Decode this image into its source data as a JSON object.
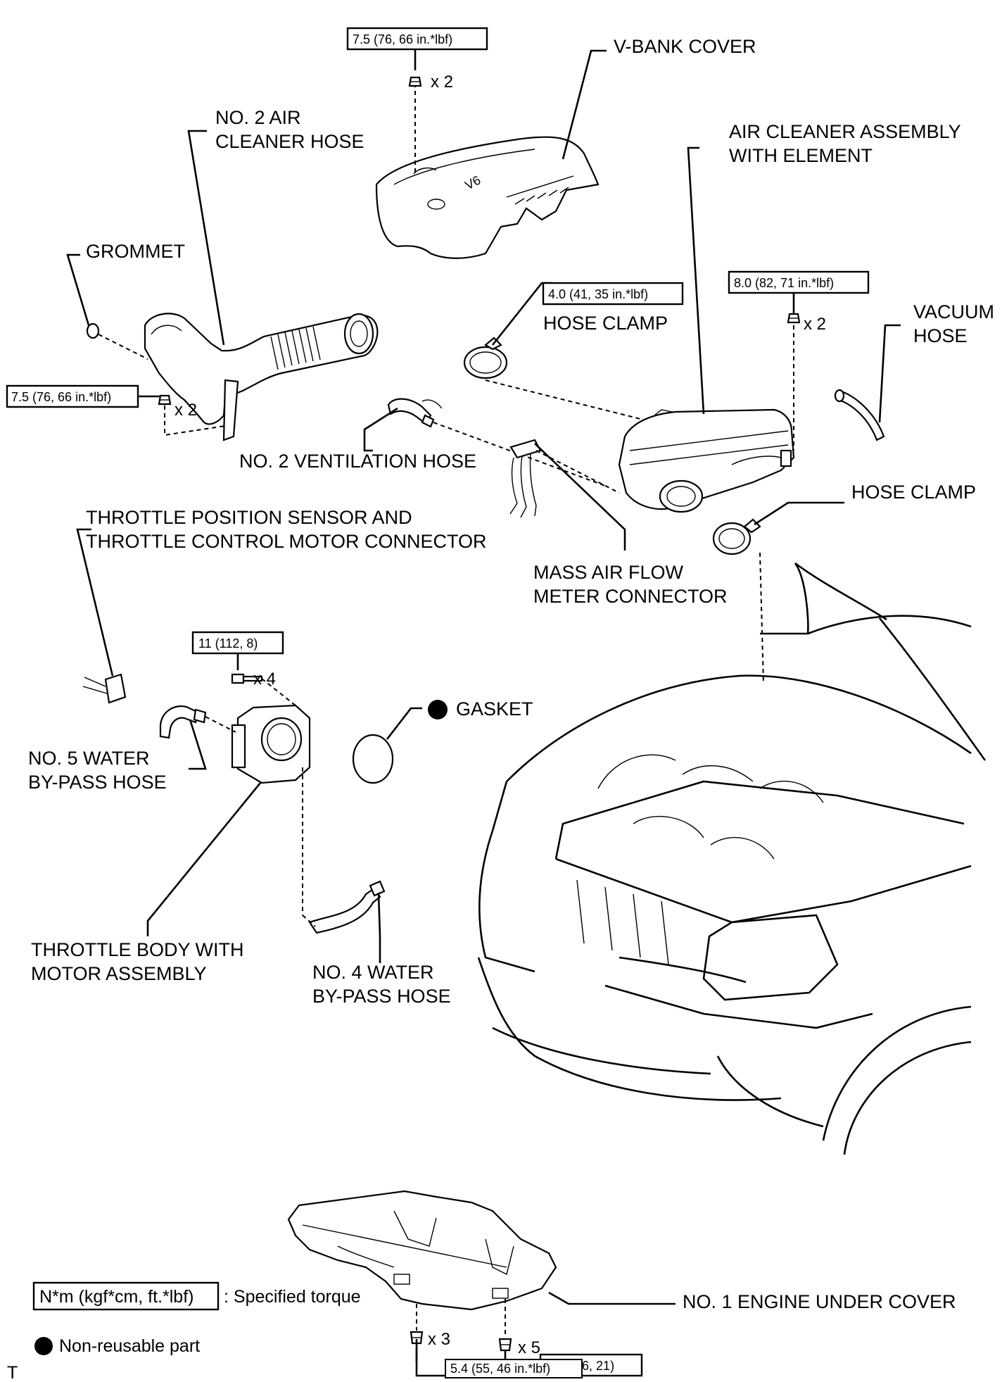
{
  "labels": {
    "v_bank_cover": "V-BANK COVER",
    "no2_air_cleaner_hose_1": "NO. 2 AIR",
    "no2_air_cleaner_hose_2": "CLEANER HOSE",
    "air_cleaner_1": "AIR CLEANER ASSEMBLY",
    "air_cleaner_2": "WITH ELEMENT",
    "grommet": "GROMMET",
    "hose_clamp_top": "HOSE CLAMP",
    "vacuum_hose_1": "VACUUM",
    "vacuum_hose_2": "HOSE",
    "no2_ventilation_hose": "NO. 2 VENTILATION HOSE",
    "hose_clamp_right": "HOSE CLAMP",
    "tps_1": "THROTTLE POSITION SENSOR AND",
    "tps_2": "THROTTLE CONTROL MOTOR CONNECTOR",
    "maf_1": "MASS AIR FLOW",
    "maf_2": "METER CONNECTOR",
    "gasket": "GASKET",
    "no5_water_1": "NO. 5 WATER",
    "no5_water_2": "BY-PASS HOSE",
    "throttle_body_1": "THROTTLE BODY WITH",
    "throttle_body_2": "MOTOR ASSEMBLY",
    "no4_water_1": "NO. 4 WATER",
    "no4_water_2": "BY-PASS HOSE",
    "no1_engine_under_cover": "NO. 1 ENGINE UNDER COVER"
  },
  "torques": {
    "v_bank_cover": "7.5 (76, 66 in.*lbf)",
    "air_cleaner_hose": "7.5 (76, 66 in.*lbf)",
    "hose_clamp": "4.0 (41, 35 in.*lbf)",
    "air_cleaner_assy": "8.0 (82, 71 in.*lbf)",
    "throttle_body": "11 (112, 8)",
    "under_cover_x5": "29 (296, 21)",
    "under_cover_x3": "5.4 (55, 46 in.*lbf)"
  },
  "quantities": {
    "v_bank_cover": "x 2",
    "air_cleaner_hose": "x 2",
    "air_cleaner_assy": "x 2",
    "throttle_body": "x 4",
    "under_cover_x3": "x 3",
    "under_cover_x5": "x 5"
  },
  "legend": {
    "torque_box": "N*m (kgf*cm, ft.*lbf)",
    "torque_text": ": Specified torque",
    "nonreusable": "Non-reusable part"
  },
  "corner_mark": "T"
}
